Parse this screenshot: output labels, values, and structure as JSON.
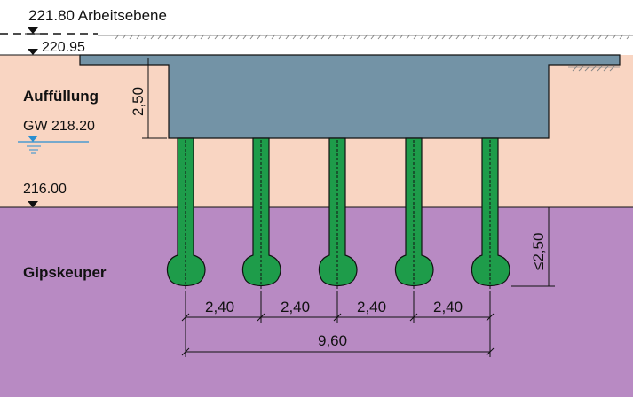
{
  "levels": {
    "working_level": "221.80 Arbeitsebene",
    "top_level": "220.95",
    "groundwater": "GW 218.20",
    "layer_boundary": "216.00"
  },
  "layers": {
    "fill": "Auffüllung",
    "keuper": "Gipskeuper"
  },
  "dimensions": {
    "slab_thickness": "2,50",
    "bulb_depth": "≤2,50",
    "spacing": [
      "2,40",
      "2,40",
      "2,40",
      "2,40"
    ],
    "total": "9,60"
  },
  "colors": {
    "fill_soil": "#f9d5c2",
    "keuper": "#b88ac3",
    "slab": "#7393a6",
    "pile": "#1e9c4a",
    "groundwater": "#2a8fd1"
  }
}
